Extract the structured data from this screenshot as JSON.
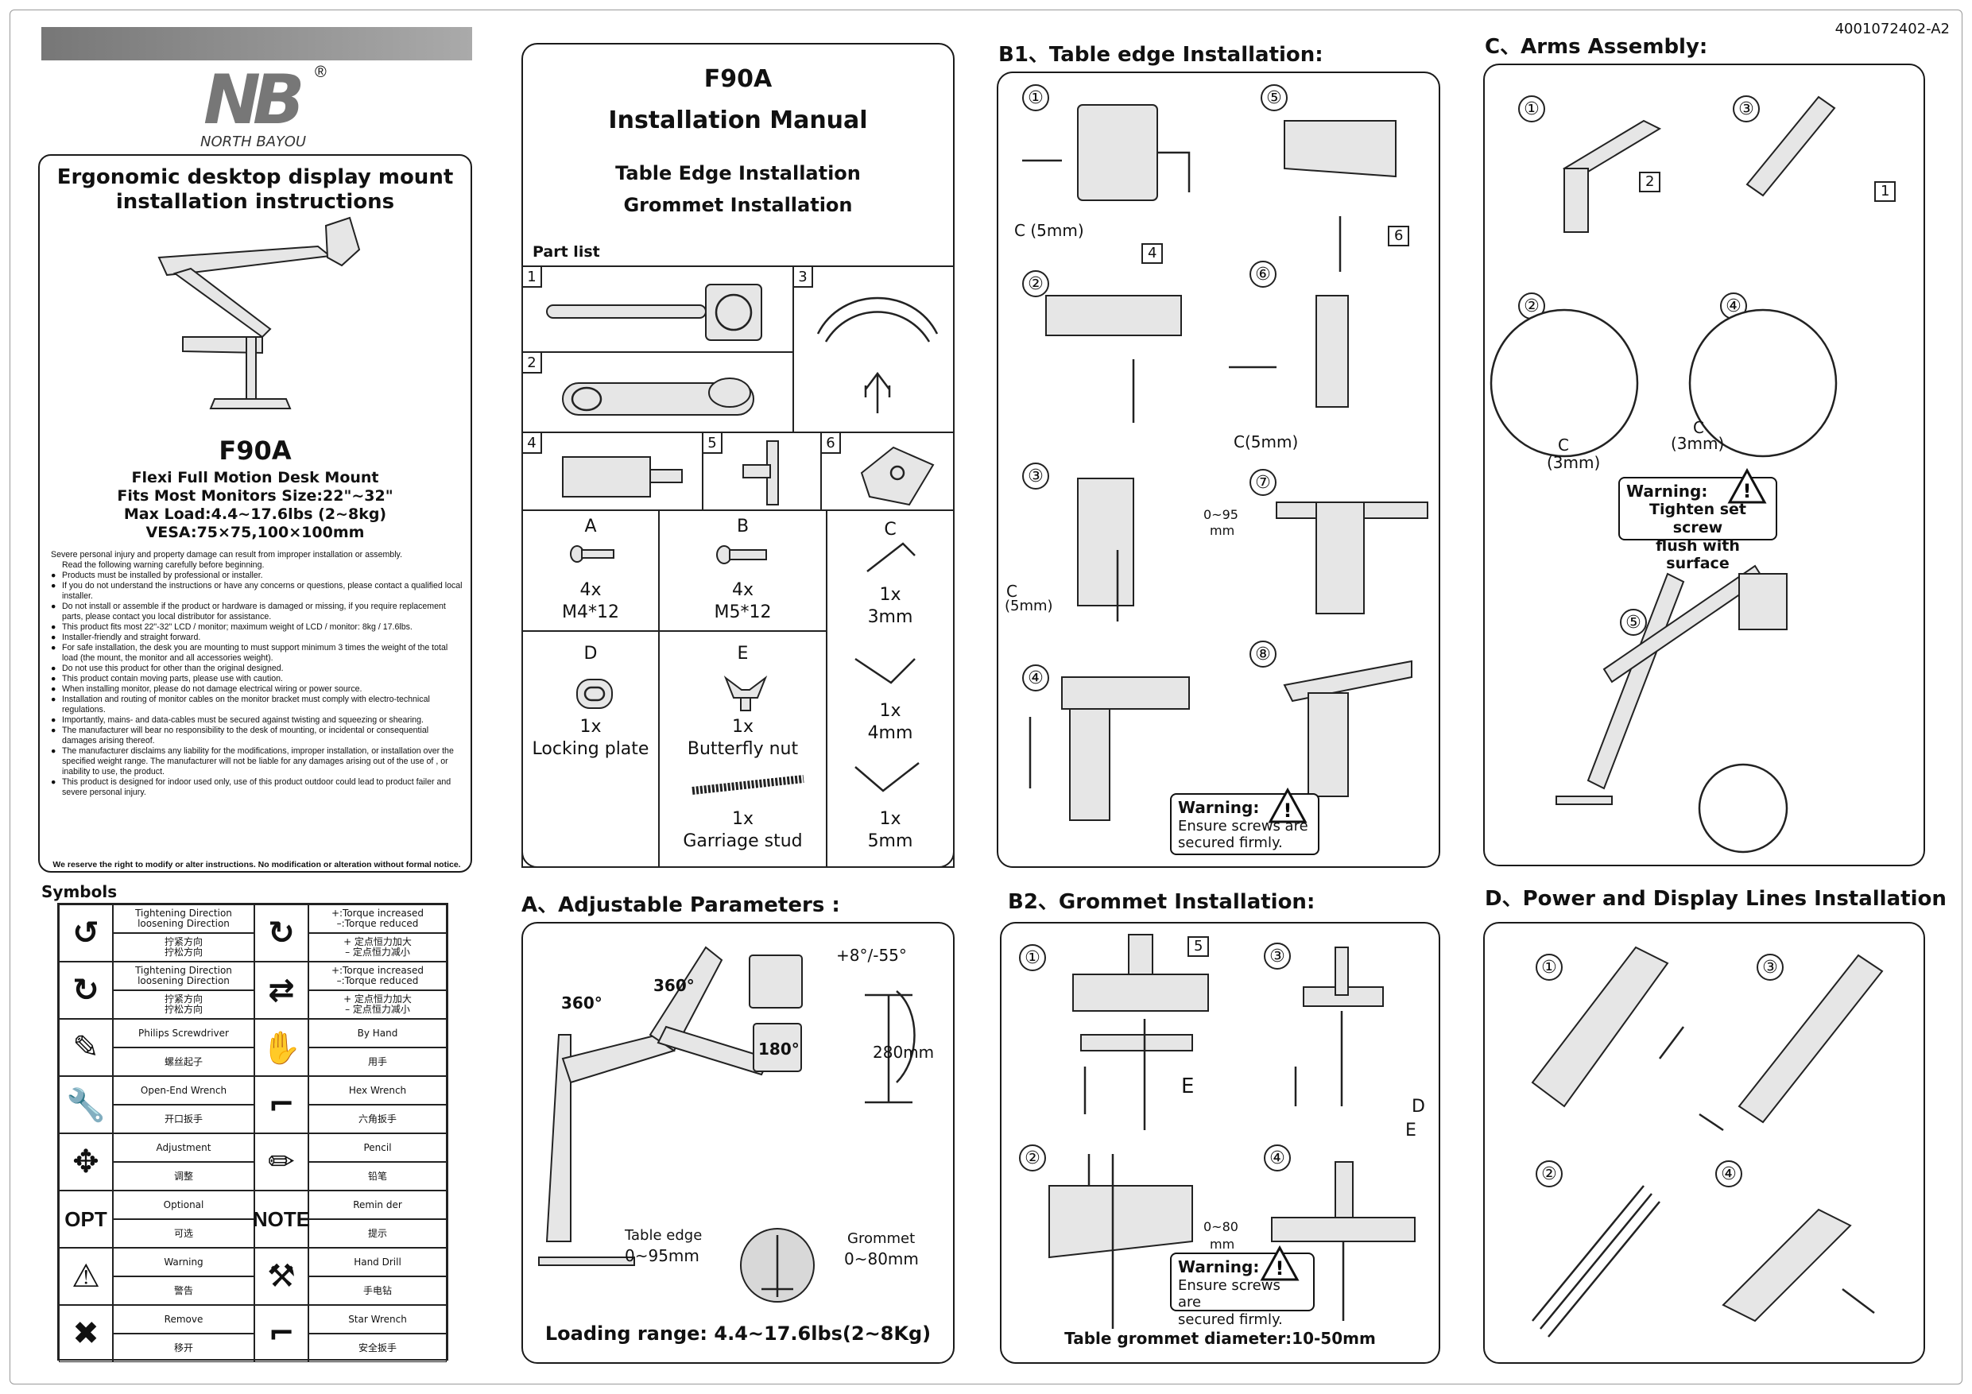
{
  "doc_code": "4001072402-A2",
  "brand": {
    "logo_letters": "NB",
    "registered": "®",
    "name": "NORTH BAYOU"
  },
  "intro": {
    "title_line1": "Ergonomic desktop display mount",
    "title_line2": "installation instructions",
    "model": "F90A",
    "subtitle": "Flexi Full Motion Desk Mount",
    "spec1": "Fits Most Monitors Size:22\"~32\"",
    "spec2": "Max Load:4.4~17.6lbs (2~8kg)",
    "spec3": "VESA:75×75,100×100mm",
    "warning_intro1": "Severe personal injury and property damage can result from improper installation or assembly.",
    "warning_intro2": "Read the following warning carefully before beginning.",
    "warnings": [
      "Products must be installed by professional or installer.",
      "If you do not understand the instructions or have any concerns or questions, please contact a qualified local installer.",
      "Do not install or assemble if the product or hardware is damaged or missing, if you require replacement parts, please contact you local distributor for assistance.",
      "This product fits most 22\"-32\" LCD / monitor; maximum weight of LCD / monitor: 8kg / 17.6lbs.",
      "Installer-friendly and straight forward.",
      "For safe installation, the desk you are mounting to must support minimum 3 times the weight of the total load (the mount, the monitor and all accessories weight).",
      "Do not use this product for other than the original designed.",
      "This product contain moving parts, please use with caution.",
      "When installing monitor, please do not  damage electrical wiring or power source.",
      "Installation and routing of monitor cables on the monitor bracket must comply with electro-technical regulations.",
      "Importantly, mains- and data-cables must be secured against twisting and squeezing or shearing.",
      "The manufacturer will bear no responsibility to the desk of mounting, or incidental or consequential damages arising thereof.",
      "The manufacturer disclaims any liability for the modifications, improper installation, or installation over the specified weight range. The  manufacturer will not be liable for any damages arising out of the use of , or inability to use, the product.",
      "This product is designed for indoor used only, use of this product outdoor could lead to product failer and severe personal injury."
    ],
    "footer": "We reserve the right to modify or alter instructions. No modification or alteration without formal notice."
  },
  "symbols": {
    "title": "Symbols",
    "rows": [
      {
        "l_en": "Tightening Direction\nloosening Direction",
        "l_cn": "拧紧方向\n拧松方向",
        "r_en": "+:Torque increased\n–:Torque reduced",
        "r_cn": "+ 定点恒力加大\n– 定点恒力减小"
      },
      {
        "l_en": "Tightening Direction\nloosening Direction",
        "l_cn": "拧紧方向\n拧松方向",
        "r_en": "+:Torque increased\n–:Torque reduced",
        "r_cn": "+ 定点恒力加大\n– 定点恒力减小"
      },
      {
        "l_en": "Philips Screwdriver",
        "l_cn": "螺丝起子",
        "r_en": "By Hand",
        "r_cn": "用手"
      },
      {
        "l_en": "Open-End Wrench",
        "l_cn": "开口扳手",
        "r_en": "Hex Wrench",
        "r_cn": "六角扳手"
      },
      {
        "l_en": "Adjustment",
        "l_cn": "调整",
        "r_en": "Pencil",
        "r_cn": "铅笔"
      },
      {
        "l_en": "Optional",
        "l_cn": "可选",
        "r_en": "Remin der",
        "r_cn": "提示"
      },
      {
        "l_en": "Warning",
        "l_cn": "警告",
        "r_en": "Hand Drill",
        "r_cn": "手电钻"
      },
      {
        "l_en": "Remove",
        "l_cn": "移开",
        "r_en": "Star Wrench",
        "r_cn": "安全扳手"
      }
    ],
    "opt_icon": "OPT",
    "note_icon": "NOTE"
  },
  "manual": {
    "model": "F90A",
    "title": "Installation Manual",
    "sub1": "Table Edge Installation",
    "sub2": "Grommet Installation",
    "part_list": "Part list",
    "parts": {
      "p1": "1",
      "p2": "2",
      "p3": "3",
      "p4": "4",
      "p5": "5",
      "p6": "6",
      "A": {
        "letter": "A",
        "qty": "4x",
        "size": "M4*12"
      },
      "B": {
        "letter": "B",
        "qty": "4x",
        "size": "M5*12"
      },
      "C": {
        "letter": "C",
        "w1q": "1x",
        "w1s": "3mm",
        "w2q": "1x",
        "w2s": "4mm",
        "w3q": "1x",
        "w3s": "5mm"
      },
      "D": {
        "letter": "D",
        "qty": "1x",
        "name": "Locking plate"
      },
      "E": {
        "letter": "E",
        "qty": "1x",
        "name": "Butterfly nut",
        "qty2": "1x",
        "name2": "Garriage stud"
      }
    }
  },
  "adjust": {
    "title": "A、Adjustable Parameters :",
    "rot1": "360°",
    "rot2": "360°",
    "tilt": "+8°/-55°",
    "rot3": "180°",
    "height": "280mm",
    "table_edge": "Table edge",
    "table_edge_range": "0~95mm",
    "grommet": "Grommet",
    "grommet_range": "0~80mm",
    "loading": "Loading range: 4.4~17.6lbs(2~8Kg)"
  },
  "b1": {
    "title": "B1、Table edge  Installation:",
    "steps": [
      "①",
      "②",
      "③",
      "④",
      "⑤",
      "⑥",
      "⑦",
      "⑧"
    ],
    "c5_1": "C (5mm)",
    "c5_2": "C(5mm)",
    "c5_3_a": "C",
    "c5_3_b": "(5mm)",
    "label4": "4",
    "label6": "6",
    "range": "0~95",
    "range_unit": "mm",
    "warn_title": "Warning:",
    "warn_text1": "Ensure screws are",
    "warn_text2": "secured firmly."
  },
  "b2": {
    "title": "B2、Grommet  Installation:",
    "steps": [
      "①",
      "②",
      "③",
      "④"
    ],
    "label5": "5",
    "E": "E",
    "D": "D",
    "E2": "E",
    "range": "0~80",
    "range_unit": "mm",
    "warn_title": "Warning:",
    "warn_text1": "Ensure screws are",
    "warn_text2": "secured firmly.",
    "diameter": "Table grommet diameter:10-50mm"
  },
  "c": {
    "title": "C、Arms Assembly:",
    "steps": [
      "①",
      "②",
      "③",
      "④",
      "⑤"
    ],
    "label2": "2",
    "label1": "1",
    "c3a": "C",
    "c3a_size": "(3mm)",
    "c3b": "C",
    "c3b_size": "(3mm)",
    "warn_title": "Warning:",
    "warn_text1": "Tighten set screw",
    "warn_text2": "flush with surface"
  },
  "d": {
    "title": "D、Power and Display Lines Installation",
    "steps": [
      "①",
      "②",
      "③",
      "④"
    ]
  }
}
